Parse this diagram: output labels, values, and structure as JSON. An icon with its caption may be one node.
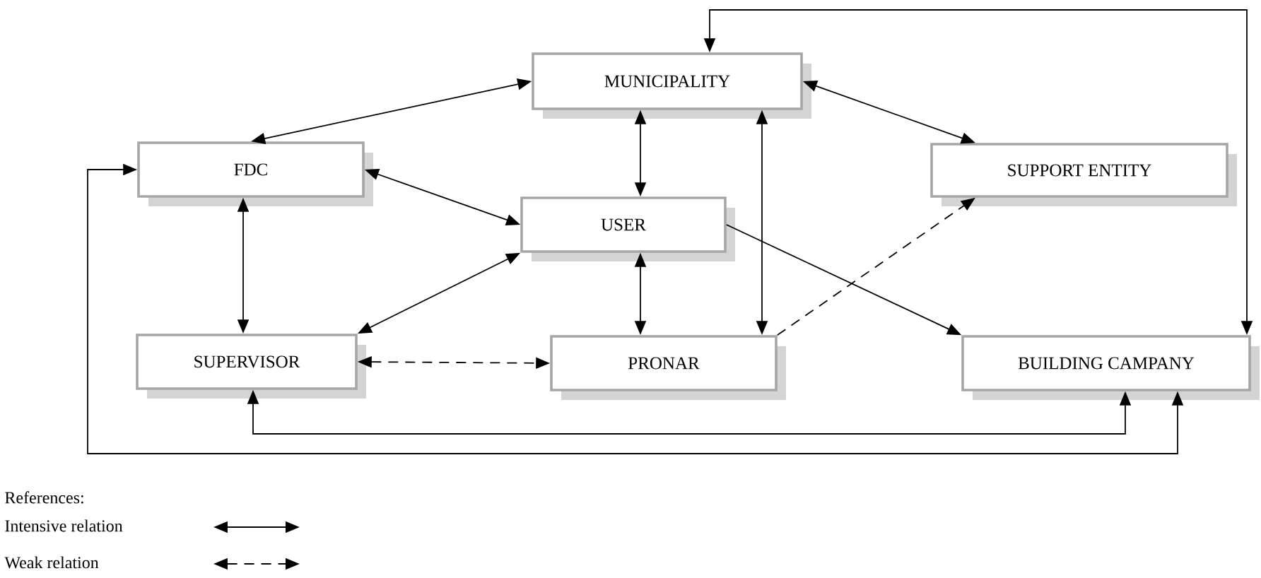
{
  "diagram": {
    "nodes": [
      {
        "text": [
          "MUNICIPALITY"
        ]
      },
      {
        "text": [
          "FDC"
        ]
      },
      {
        "text": [
          "SUPPORT ENTITY"
        ]
      },
      {
        "text": [
          "USER"
        ]
      },
      {
        "text": [
          "SUPERVISOR"
        ]
      },
      {
        "text": [
          "PRONAR"
        ]
      },
      {
        "text": [
          "BUILDING CAMPANY"
        ]
      }
    ],
    "edges": [
      {
        "from": 0,
        "to": 1,
        "arrow": "both"
      },
      {
        "from": 0,
        "to": 2,
        "arrow": "both"
      },
      {
        "from": 0,
        "to": 3,
        "arrow": "both"
      },
      {
        "from": 0,
        "to": 5,
        "arrow": "both"
      },
      {
        "from": 1,
        "to": 3,
        "arrow": "both"
      },
      {
        "from": 1,
        "to": 4,
        "arrow": "both"
      },
      {
        "from": 3,
        "to": 4,
        "arrow": "both"
      },
      {
        "from": 3,
        "to": 5,
        "arrow": "both"
      },
      {
        "from": 3,
        "to": 6,
        "arrow": "to"
      },
      {
        "from": 5,
        "to": 2,
        "arrow": "to",
        "style": "dashed"
      },
      {
        "from": 4,
        "to": 5,
        "arrow": "both",
        "style": "dashed"
      },
      {
        "from": 4,
        "to": 6,
        "arrow": "both"
      },
      {
        "from": 6,
        "to": 1,
        "arrow": "both"
      },
      {
        "from": 6,
        "to": 0,
        "arrow": "both"
      }
    ],
    "labels": [
      "References:"
    ],
    "legend": [
      {
        "text": "Intensive relation"
      },
      {
        "text": "Weak relation"
      }
    ]
  }
}
